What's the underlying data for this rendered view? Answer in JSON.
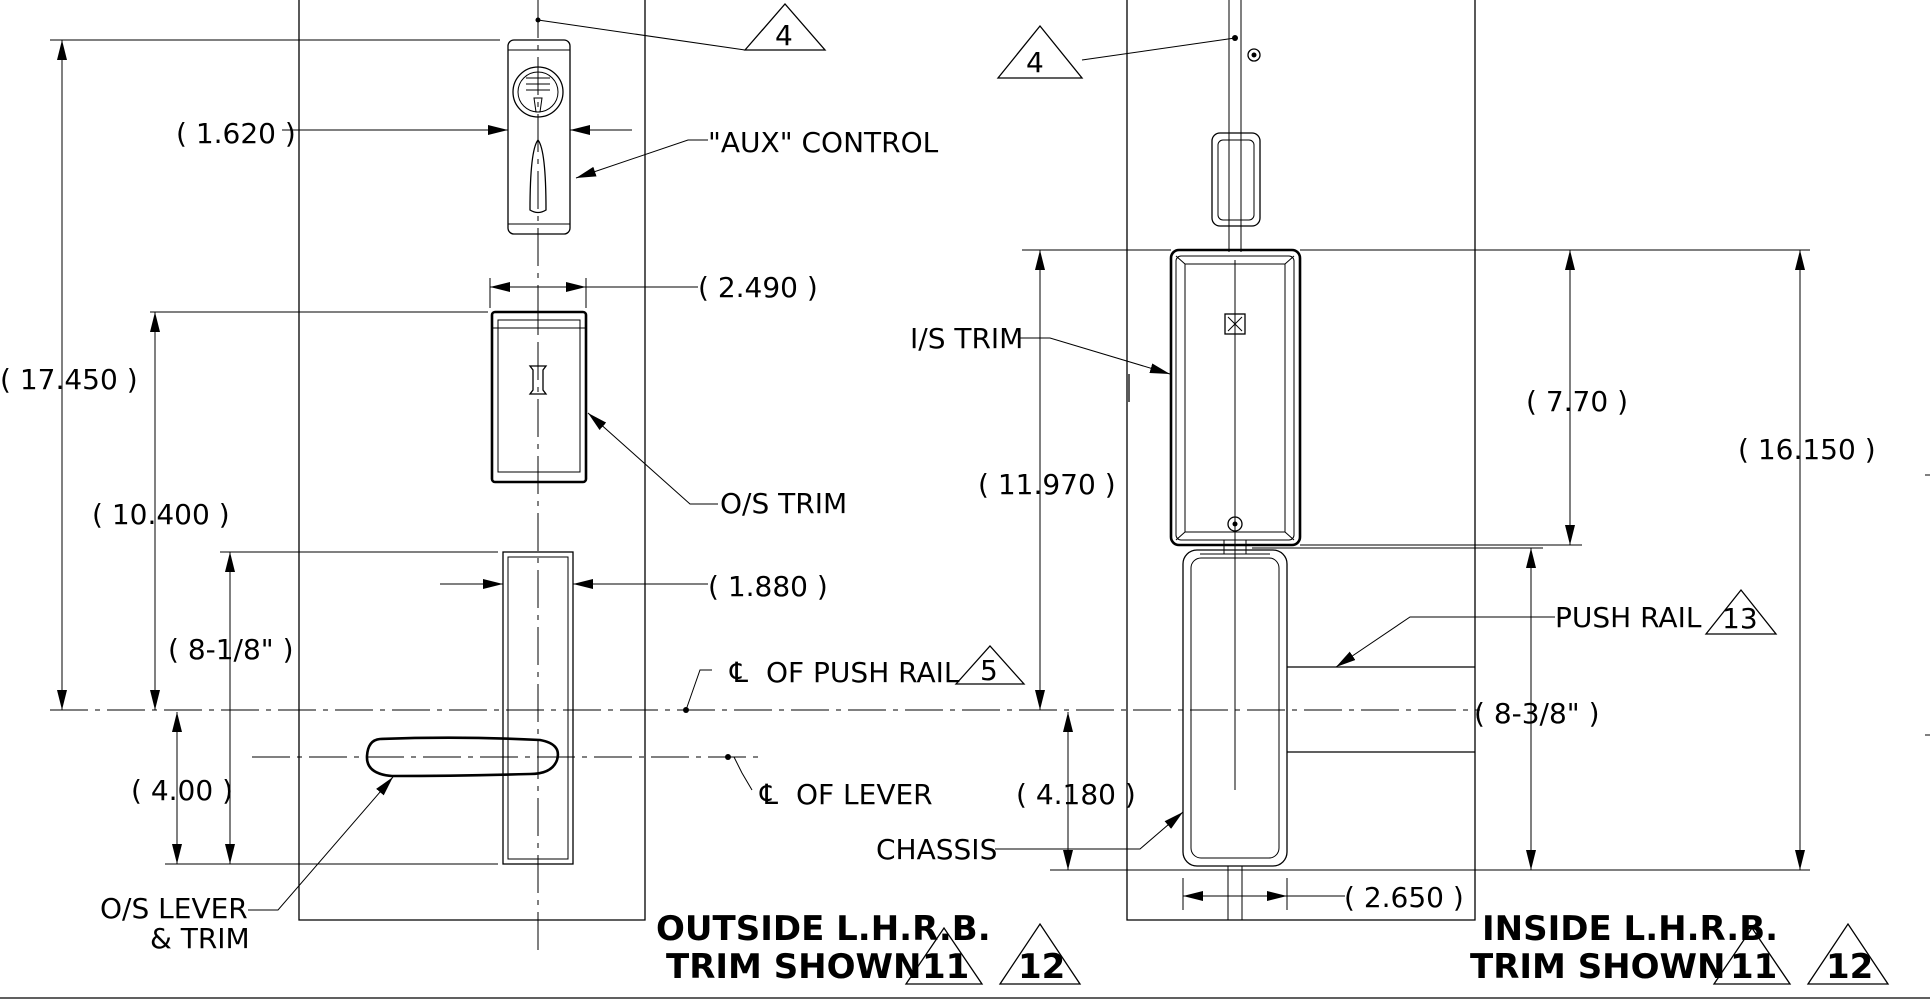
{
  "dims": {
    "d1": "( 1.620 )",
    "d2": "( 17.450 )",
    "d3": "( 2.490 )",
    "d4": "( 10.400 )",
    "d5": "( 1.880 )",
    "d6": "( 8-1/8\" )",
    "d7": "( 4.00 )",
    "d8": "( 11.970 )",
    "d9": "( 7.70 )",
    "d10": "( 16.150 )",
    "d11": "( 8-3/8\" )",
    "d12": "( 4.180 )",
    "d13": "( 2.650 )"
  },
  "labels": {
    "aux": "\"AUX\" CONTROL",
    "os_trim": "O/S TRIM",
    "cl_push": "OF PUSH RAIL",
    "cl_lever": "OF LEVER",
    "cl_symbol": "℄",
    "os_lever_1": "O/S LEVER",
    "os_lever_2": "& TRIM",
    "is_trim": "I/S TRIM",
    "push_rail": "PUSH RAIL",
    "chassis": "CHASSIS"
  },
  "titles": {
    "outside_1": "OUTSIDE L.H.R.B.",
    "outside_2": "TRIM SHOWN",
    "inside_1": "INSIDE L.H.R.B.",
    "inside_2": "TRIM SHOWN"
  },
  "notes": {
    "n4a": "4",
    "n4b": "4",
    "n5": "5",
    "n13": "13",
    "n11a": "11",
    "n12a": "12",
    "n11b": "11",
    "n12b": "12"
  }
}
